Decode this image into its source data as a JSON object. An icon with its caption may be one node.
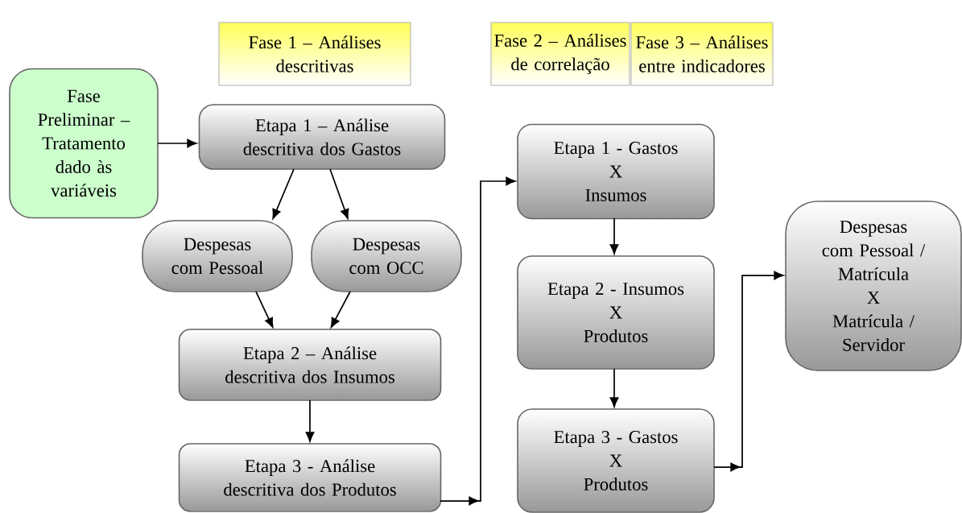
{
  "diagram": {
    "nodes": [
      {
        "text": [
          "Fase 1 – Análises descritivas"
        ]
      },
      {
        "text": [
          "Fase 2 – Análises de correlação"
        ]
      },
      {
        "text": [
          "Fase 3 – Análises entre indicadores"
        ]
      },
      {
        "text": [
          "Fase Preliminar – Tratamento dado às variáveis"
        ]
      },
      {
        "text": [
          "Etapa 1 – Análise descritiva dos Gastos"
        ]
      },
      {
        "text": [
          "Despesas com Pessoal"
        ]
      },
      {
        "text": [
          "Despesas com OCC"
        ]
      },
      {
        "text": [
          "Etapa 2 – Análise descritiva dos Insumos"
        ]
      },
      {
        "text": [
          "Etapa 3 - Análise descritiva dos Produtos"
        ]
      },
      {
        "text": [
          "Etapa 1 - Gastos X Insumos"
        ]
      },
      {
        "text": [
          "Etapa 2 - Insumos X Produtos"
        ]
      },
      {
        "text": [
          "Etapa 3 - Gastos X Produtos"
        ]
      },
      {
        "text": [
          "Despesas com Pessoal / Matrícula X Matrícula / Servidor"
        ]
      }
    ],
    "edges": [
      {
        "from": 3,
        "to": 4,
        "arrow": "to"
      },
      {
        "from": 4,
        "to": 5,
        "arrow": "to"
      },
      {
        "from": 4,
        "to": 6,
        "arrow": "to"
      },
      {
        "from": 5,
        "to": 7,
        "arrow": "to"
      },
      {
        "from": 6,
        "to": 7,
        "arrow": "to"
      },
      {
        "from": 7,
        "to": 8,
        "arrow": "to"
      },
      {
        "from": 8,
        "to": 9,
        "arrow": "to"
      },
      {
        "from": 9,
        "to": 10,
        "arrow": "to"
      },
      {
        "from": 10,
        "to": 11,
        "arrow": "to"
      },
      {
        "from": 11,
        "to": 12,
        "arrow": "to"
      }
    ]
  }
}
